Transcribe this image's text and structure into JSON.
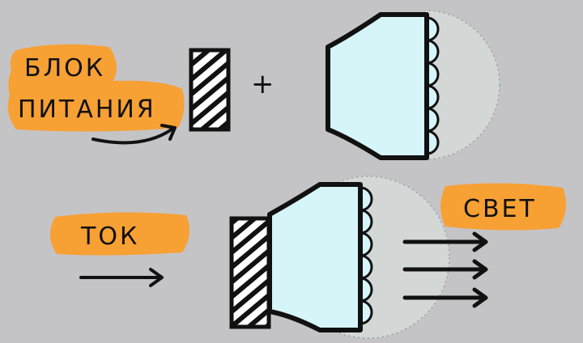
{
  "labels": {
    "power_line1": "БЛОК",
    "power_line2": "ПИТАНИЯ",
    "plus": "+",
    "current": "ТОК",
    "light": "СВЕТ"
  },
  "colors": {
    "background": "#c4c4c6",
    "highlight": "#f7a034",
    "bulb_glass": "#d6f5f8",
    "light_glow": "#d3d8d6",
    "ink": "#111111"
  }
}
